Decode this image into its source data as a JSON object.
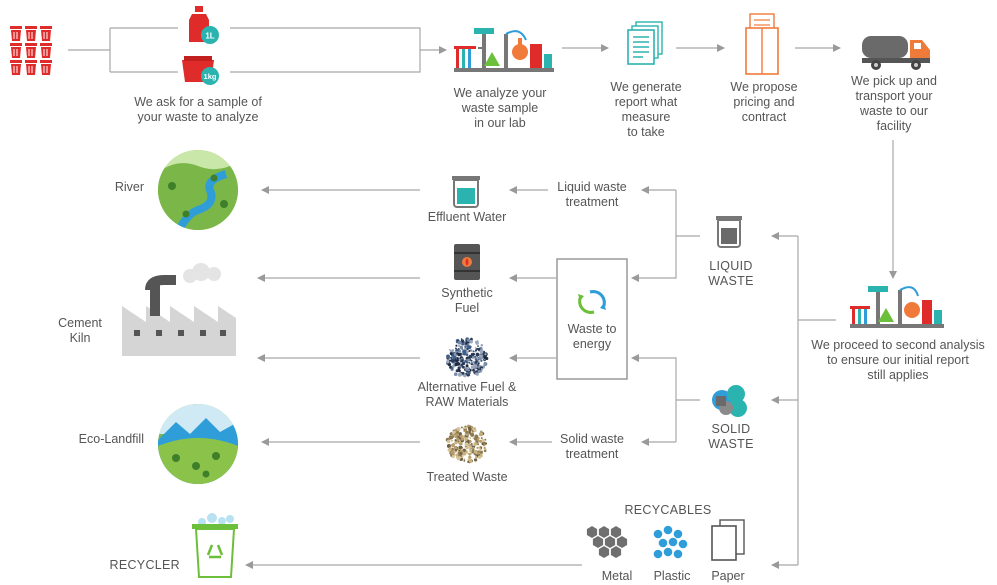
{
  "colors": {
    "red": "#e02b2b",
    "teal": "#2bb3b0",
    "blue": "#2f9ed8",
    "orange": "#f07a3a",
    "gray": "#8c8c8c",
    "green": "#6cbf3a",
    "text": "#555555"
  },
  "steps": {
    "sample": [
      "We ask for a sample of",
      "your waste to analyze"
    ],
    "sample_bottle_label": "1L",
    "sample_bag_label": "1kg",
    "analyze": [
      "We analyze your",
      "waste sample",
      "in our lab"
    ],
    "report": [
      "We generate",
      "report what",
      "measure",
      "to take"
    ],
    "pricing": [
      "We propose",
      "pricing and",
      "contract"
    ],
    "transport": [
      "We pick up and",
      "transport your",
      "waste to our",
      "facility"
    ],
    "second_analysis": [
      "We proceed to second analysis",
      "to ensure our initial report",
      "still applies"
    ]
  },
  "waste_types": {
    "liquid": [
      "LIQUID",
      "WASTE"
    ],
    "solid": [
      "SOLID",
      "WASTE"
    ]
  },
  "treatments": {
    "liquid": [
      "Liquid waste",
      "treatment"
    ],
    "solid": [
      "Solid waste",
      "treatment"
    ],
    "energy": [
      "Waste to",
      "energy"
    ]
  },
  "outputs": {
    "effluent": [
      "Effluent Water"
    ],
    "synthetic": [
      "Synthetic",
      "Fuel"
    ],
    "alternative": [
      "Alternative Fuel &",
      "RAW Materials"
    ],
    "treated": [
      "Treated Waste"
    ]
  },
  "destinations": {
    "river": [
      "River"
    ],
    "cement": [
      "Cement",
      "Kiln"
    ],
    "landfill": [
      "Eco-Landfill"
    ],
    "recycler": [
      "RECYCLER"
    ]
  },
  "recyclables": {
    "title": "RECYCABLES",
    "items": [
      "Metal",
      "Plastic",
      "Paper"
    ]
  }
}
